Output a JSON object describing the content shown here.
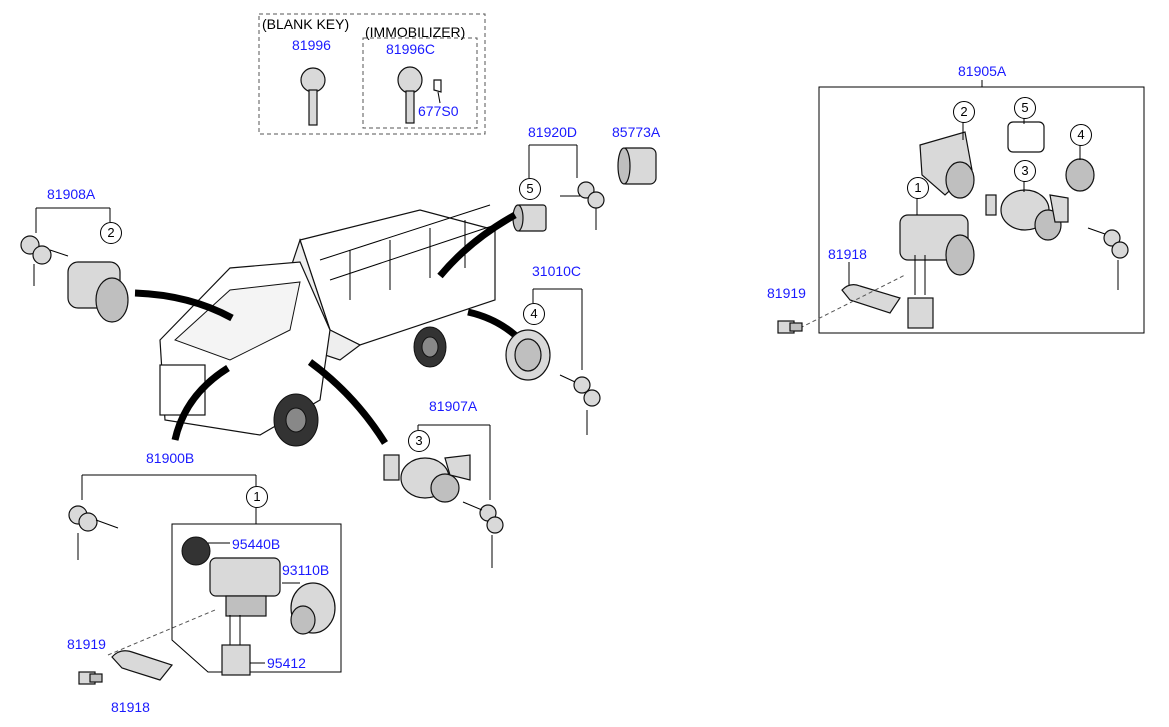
{
  "labels": {
    "blank_key": "(BLANK KEY)",
    "immobilizer": "(IMMOBILIZER)"
  },
  "parts": {
    "p81996": "81996",
    "p81996c": "81996C",
    "p677s0": "677S0",
    "p81920d": "81920D",
    "p85773a": "85773A",
    "p81908a": "81908A",
    "p31010c": "31010C",
    "p81907a": "81907A",
    "p81900b": "81900B",
    "p95440b": "95440B",
    "p93110b": "93110B",
    "p95412": "95412",
    "p81919_left": "81919",
    "p81918_left": "81918",
    "p81905a": "81905A",
    "p81918_right": "81918",
    "p81919_right": "81919"
  },
  "callouts": {
    "c1": "1",
    "c2": "2",
    "c3": "3",
    "c4": "4",
    "c5": "5"
  },
  "colors": {
    "part_number": "#1a1aff",
    "line": "#000000"
  }
}
